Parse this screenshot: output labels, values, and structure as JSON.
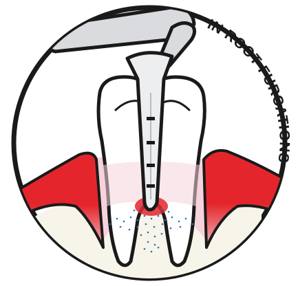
{
  "illustration": {
    "curved_label": "IN ROOT FURCATIONS",
    "colors": {
      "outline": "#1a1a1a",
      "tooth_fill": "#ffffff",
      "gum_red": "#e4262c",
      "gum_pink": "#f6d3da",
      "gum_light": "#fbe9ee",
      "bone_fill": "#f7f5e9",
      "instrument_fill": "#d9dbde",
      "instrument_dark": "#b8bbbf",
      "dots_blue": "#2f6cc2"
    },
    "icons": [
      "tooth-icon",
      "periodontal-probe-icon",
      "gum-tissue",
      "bone",
      "plaque-dots"
    ]
  }
}
